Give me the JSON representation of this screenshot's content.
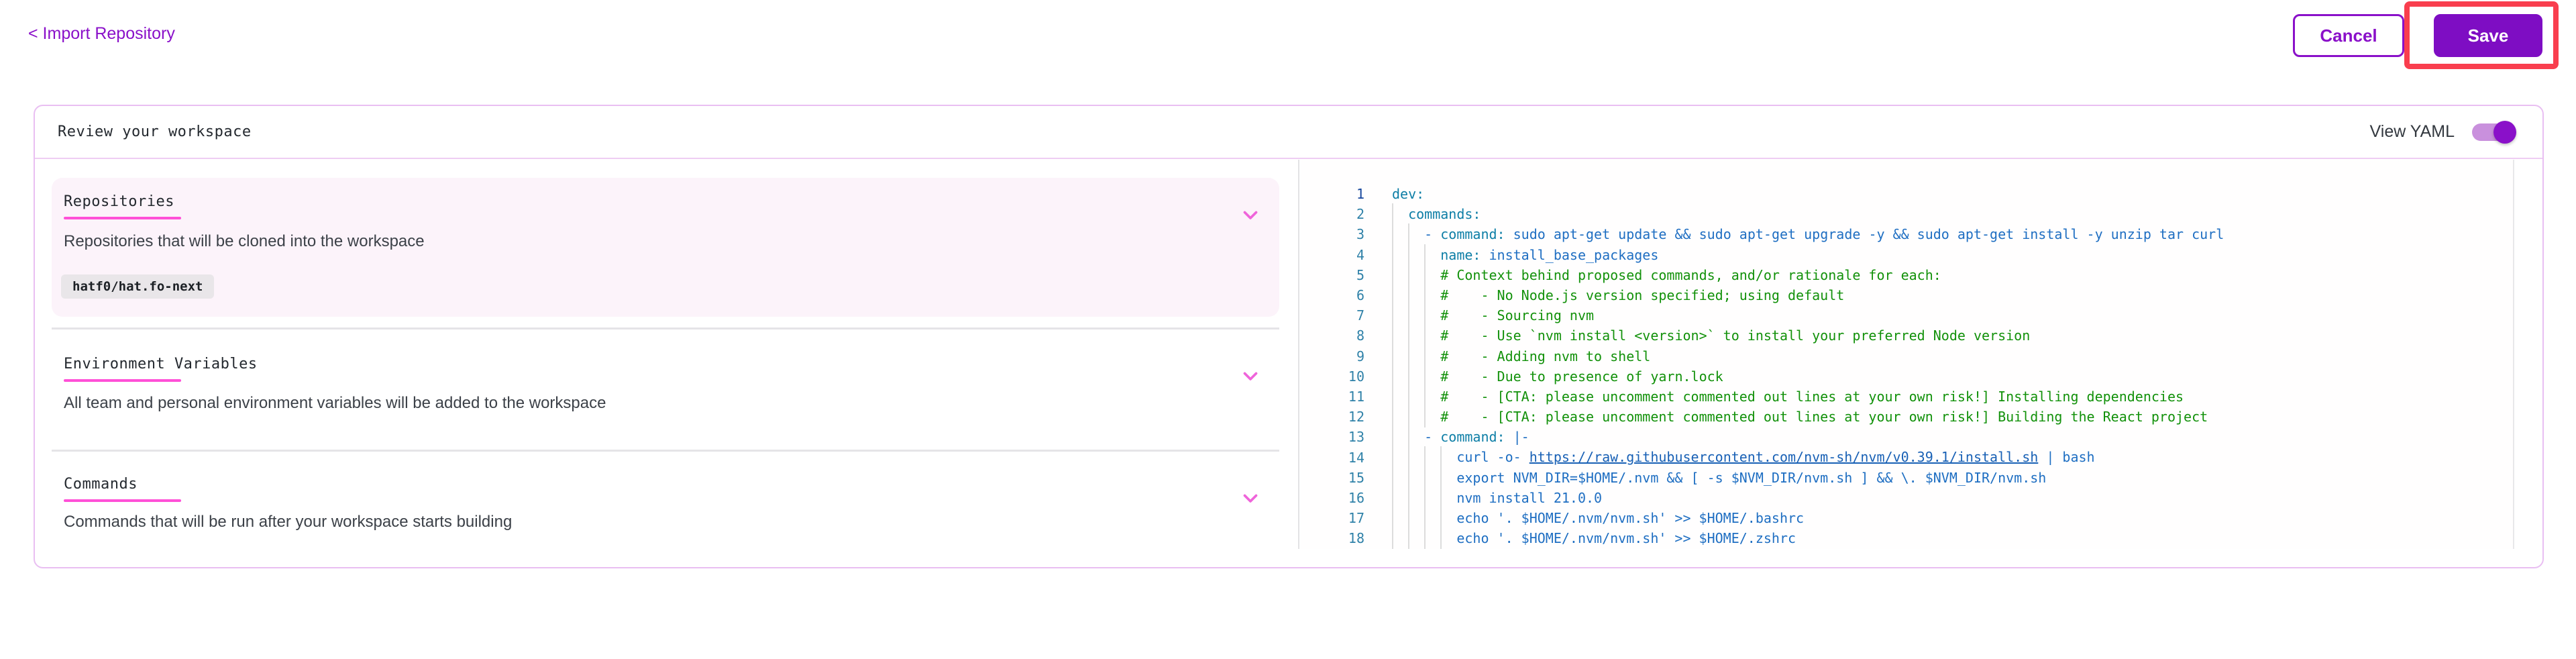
{
  "page": {
    "back_link": "< Import Repository",
    "cancel_label": "Cancel",
    "save_label": "Save"
  },
  "panel": {
    "title": "Review your workspace",
    "view_yaml_label": "View YAML",
    "view_yaml_on": true
  },
  "sections": {
    "repositories": {
      "title": "Repositories",
      "description": "Repositories that will be cloned into the workspace",
      "repo_chip": "hatf0/hat.fo-next"
    },
    "environment_variables": {
      "title": "Environment Variables",
      "description": "All team and personal environment variables will be added to the workspace"
    },
    "commands": {
      "title": "Commands",
      "description": "Commands that will be run after your workspace starts building"
    }
  },
  "colors": {
    "accent_purple": "#8a10c9",
    "save_button_bg": "#7e0dc3",
    "highlight_red": "#f93e4e",
    "underline_pink": "#ff50d7",
    "chevron_pink": "#ef64da",
    "panel_border": "#e9bff2",
    "card_bg": "#fcf3fa",
    "code_key": "#0d7ea6",
    "code_value": "#1e6ec2",
    "code_comment": "#12910a",
    "line_number": "#2f81a8"
  },
  "editor": {
    "active_line": 1,
    "lines": [
      {
        "n": 1,
        "guides": [],
        "segs": [
          [
            "key",
            "dev:"
          ]
        ]
      },
      {
        "n": 2,
        "guides": [
          0
        ],
        "segs": [
          [
            "plain",
            "  "
          ],
          [
            "key",
            "commands:"
          ]
        ]
      },
      {
        "n": 3,
        "guides": [
          0,
          2
        ],
        "segs": [
          [
            "plain",
            "    "
          ],
          [
            "val",
            "- "
          ],
          [
            "key",
            "command:"
          ],
          [
            "val",
            " sudo apt-get update && sudo apt-get upgrade -y && sudo apt-get install -y unzip tar curl"
          ]
        ]
      },
      {
        "n": 4,
        "guides": [
          0,
          2,
          4
        ],
        "segs": [
          [
            "plain",
            "      "
          ],
          [
            "key",
            "name:"
          ],
          [
            "val",
            " install_base_packages"
          ]
        ]
      },
      {
        "n": 5,
        "guides": [
          0,
          2,
          4
        ],
        "segs": [
          [
            "plain",
            "      "
          ],
          [
            "com",
            "# Context behind proposed commands, and/or rationale for each:"
          ]
        ]
      },
      {
        "n": 6,
        "guides": [
          0,
          2,
          4
        ],
        "segs": [
          [
            "plain",
            "      "
          ],
          [
            "com",
            "#    - No Node.js version specified; using default"
          ]
        ]
      },
      {
        "n": 7,
        "guides": [
          0,
          2,
          4
        ],
        "segs": [
          [
            "plain",
            "      "
          ],
          [
            "com",
            "#    - Sourcing nvm"
          ]
        ]
      },
      {
        "n": 8,
        "guides": [
          0,
          2,
          4
        ],
        "segs": [
          [
            "plain",
            "      "
          ],
          [
            "com",
            "#    - Use `nvm install <version>` to install your preferred Node version"
          ]
        ]
      },
      {
        "n": 9,
        "guides": [
          0,
          2,
          4
        ],
        "segs": [
          [
            "plain",
            "      "
          ],
          [
            "com",
            "#    - Adding nvm to shell"
          ]
        ]
      },
      {
        "n": 10,
        "guides": [
          0,
          2,
          4
        ],
        "segs": [
          [
            "plain",
            "      "
          ],
          [
            "com",
            "#    - Due to presence of yarn.lock"
          ]
        ]
      },
      {
        "n": 11,
        "guides": [
          0,
          2,
          4
        ],
        "segs": [
          [
            "plain",
            "      "
          ],
          [
            "com",
            "#    - [CTA: please uncomment commented out lines at your own risk!] Installing dependencies"
          ]
        ]
      },
      {
        "n": 12,
        "guides": [
          0,
          2,
          4
        ],
        "segs": [
          [
            "plain",
            "      "
          ],
          [
            "com",
            "#    - [CTA: please uncomment commented out lines at your own risk!] Building the React project"
          ]
        ]
      },
      {
        "n": 13,
        "guides": [
          0,
          2
        ],
        "segs": [
          [
            "plain",
            "    "
          ],
          [
            "val",
            "- "
          ],
          [
            "key",
            "command:"
          ],
          [
            "val",
            " |-"
          ]
        ]
      },
      {
        "n": 14,
        "guides": [
          0,
          2,
          4,
          6
        ],
        "segs": [
          [
            "plain",
            "        "
          ],
          [
            "val",
            "curl -o- "
          ],
          [
            "link",
            "https://raw.githubusercontent.com/nvm-sh/nvm/v0.39.1/install.sh"
          ],
          [
            "val",
            " | bash"
          ]
        ]
      },
      {
        "n": 15,
        "guides": [
          0,
          2,
          4,
          6
        ],
        "segs": [
          [
            "plain",
            "        "
          ],
          [
            "val",
            "export NVM_DIR=$HOME/.nvm && [ -s $NVM_DIR/nvm.sh ] && \\. $NVM_DIR/nvm.sh"
          ]
        ]
      },
      {
        "n": 16,
        "guides": [
          0,
          2,
          4,
          6
        ],
        "segs": [
          [
            "plain",
            "        "
          ],
          [
            "val",
            "nvm install 21.0.0"
          ]
        ]
      },
      {
        "n": 17,
        "guides": [
          0,
          2,
          4,
          6
        ],
        "segs": [
          [
            "plain",
            "        "
          ],
          [
            "val",
            "echo '. $HOME/.nvm/nvm.sh' >> $HOME/.bashrc"
          ]
        ]
      },
      {
        "n": 18,
        "guides": [
          0,
          2,
          4,
          6
        ],
        "segs": [
          [
            "plain",
            "        "
          ],
          [
            "val",
            "echo '. $HOME/.nvm/nvm.sh' >> $HOME/.zshrc"
          ]
        ]
      }
    ]
  }
}
